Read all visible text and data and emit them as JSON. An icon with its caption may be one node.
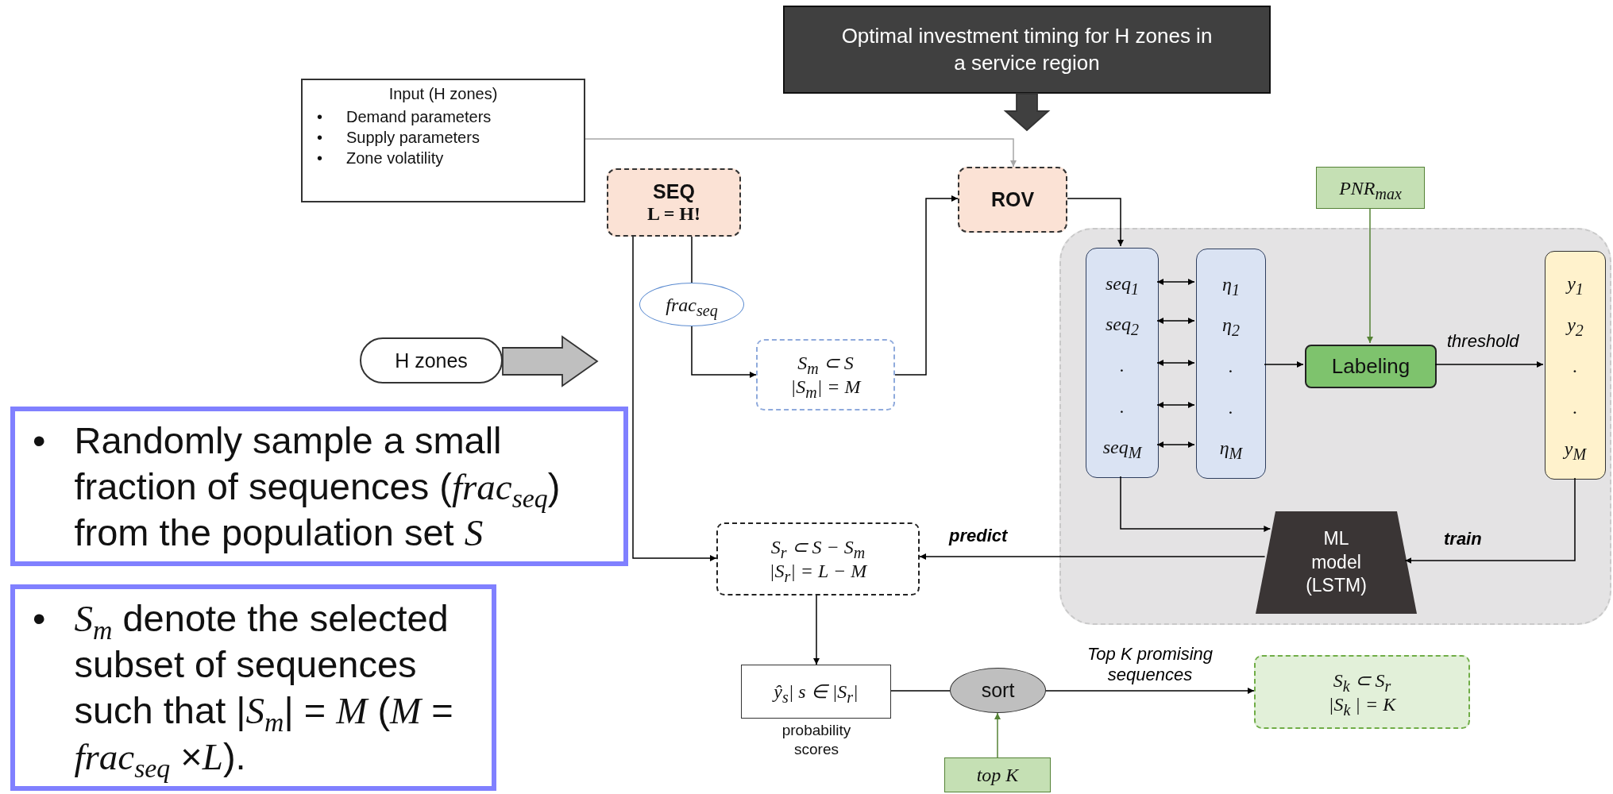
{
  "diagram": {
    "nodes": [
      {
        "text": [
          "Optimal investment timing for H zones in a service region"
        ]
      },
      {
        "text": [
          "Input (H zones)",
          "•",
          "Demand parameters",
          "•",
          "Supply parameters",
          "•",
          "Zone volatility"
        ]
      },
      {
        "text": [
          "SEQ",
          "L = H!"
        ]
      },
      {
        "text": [
          "frac$_{seq}$"
        ]
      },
      {
        "text": [
          "H zones"
        ]
      },
      {
        "text": [
          "S$_{m}$ ⊂ S",
          "|S$_{m}$| = M"
        ]
      },
      {
        "text": [
          "ROV"
        ]
      },
      {
        "text": [],
        "shape": "box"
      },
      {
        "text": [
          "seq$_{1}$",
          "seq$_{2}$",
          ".",
          ".",
          "seq$_{M}$"
        ],
        "in": 7
      },
      {
        "text": [
          "η$_{1}$",
          "η$_{2}$",
          ".",
          ".",
          "η$_{M}$"
        ],
        "in": 7
      },
      {
        "text": [
          "PNR$_{max}$"
        ]
      },
      {
        "text": [
          "Labeling"
        ],
        "in": 7
      },
      {
        "text": [
          "y$_{1}$",
          "y$_{2}$",
          ".",
          ".",
          "y$_{M}$"
        ],
        "in": 7
      },
      {
        "text": [
          "ML model (LSTM)"
        ],
        "in": 7
      },
      {
        "text": [
          "S$_{r}$ ⊂ S − S$_{m}$",
          "|S$_{r}$| = L − M"
        ]
      },
      {
        "text": [
          "ŷ$_{s}$| s ∈ |S$_{r}$|"
        ],
        "beside": [
          "probability scores"
        ]
      },
      {
        "text": [
          "sort"
        ]
      },
      {
        "text": [
          "S$_{k}$ ⊂ S$_{r}$",
          "|S$_{k}$ | = K"
        ]
      },
      {
        "text": [
          "top K"
        ]
      },
      {
        "text": [
          "•",
          "Randomly sample a small fraction of sequences (*frac*$_{seq}$) from the population set *S*"
        ]
      },
      {
        "text": [
          "•",
          "*S*$_{m}$ denote the selected subset of sequences such that |*S*$_{m}$| = *M* (*M* = *frac*$_{seq}$ ×*L*)."
        ]
      }
    ],
    "edges": [
      {
        "from": 0,
        "to": null,
        "arrow": "to",
        "style": "thick",
        "color": "#404040"
      },
      {
        "from": 1,
        "to": 6,
        "arrow": "to",
        "color": "#a6a6a6"
      },
      {
        "from": 2,
        "to": 3,
        "arrow": "none"
      },
      {
        "from": 3,
        "to": 5,
        "arrow": "to"
      },
      {
        "from": 4,
        "to": null,
        "arrow": "to",
        "style": "thick",
        "color": "#bfbfbf"
      },
      {
        "from": 2,
        "to": 14,
        "arrow": "to"
      },
      {
        "from": 5,
        "to": 6,
        "arrow": "to"
      },
      {
        "from": 6,
        "to": 8,
        "arrow": "to"
      },
      {
        "from": 8,
        "to": 9,
        "arrow": "both"
      },
      {
        "from": 8,
        "to": 9,
        "arrow": "both"
      },
      {
        "from": 8,
        "to": 9,
        "arrow": "both"
      },
      {
        "from": 8,
        "to": 9,
        "arrow": "both"
      },
      {
        "from": 8,
        "to": 9,
        "arrow": "both"
      },
      {
        "from": 9,
        "to": 11,
        "arrow": "to"
      },
      {
        "from": 10,
        "to": 11,
        "arrow": "to",
        "color": "#548235"
      },
      {
        "from": 11,
        "to": 12,
        "arrow": "to",
        "label": "threshold"
      },
      {
        "from": 8,
        "to": 13,
        "arrow": "to"
      },
      {
        "from": 12,
        "to": 13,
        "arrow": "to",
        "label": "train"
      },
      {
        "from": 13,
        "to": 14,
        "arrow": "to",
        "label": "predict"
      },
      {
        "from": 14,
        "to": 15,
        "arrow": "to"
      },
      {
        "from": 15,
        "to": 16,
        "arrow": "none"
      },
      {
        "from": 16,
        "to": 17,
        "arrow": "to",
        "label": "Top K promising sequences"
      },
      {
        "from": 18,
        "to": 16,
        "arrow": "to",
        "color": "#548235"
      }
    ]
  }
}
